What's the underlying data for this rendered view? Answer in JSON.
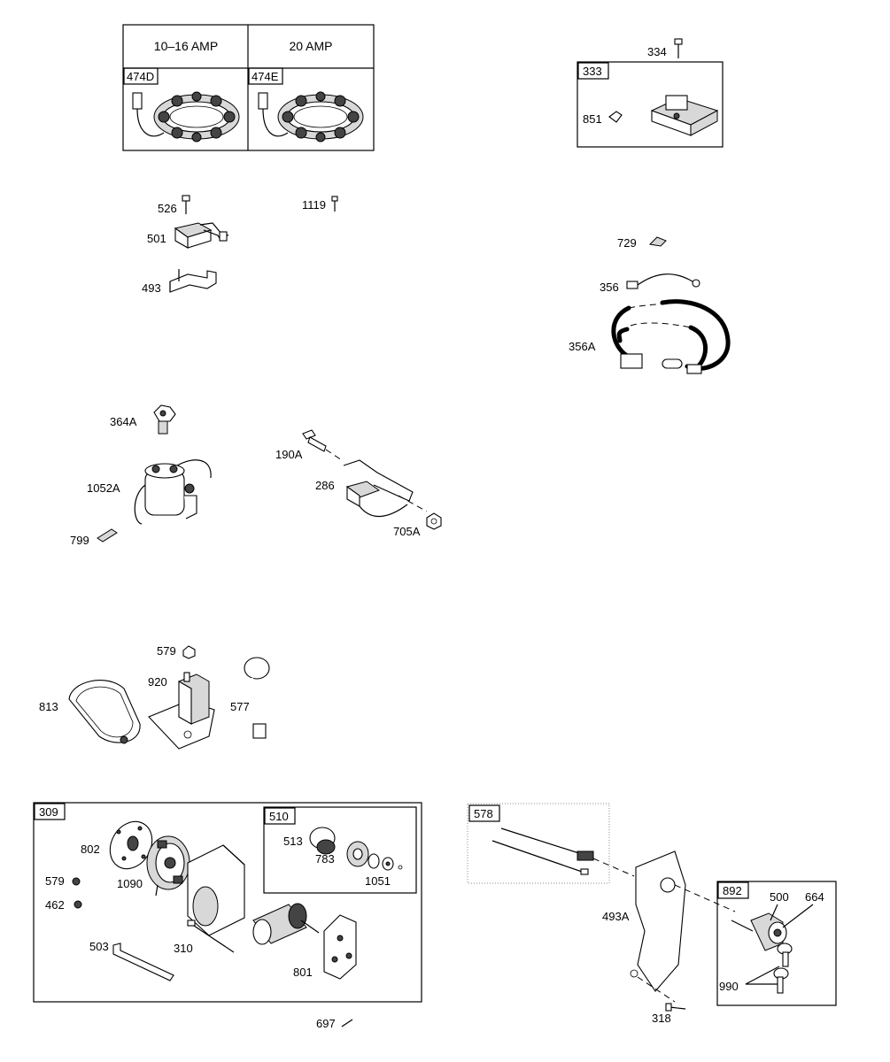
{
  "alternator_table": {
    "col1_header": "10–16 AMP",
    "col2_header": "20 AMP",
    "col1_part": "474D",
    "col2_part": "474E"
  },
  "box_labels": {
    "coil": "333",
    "starter": "309",
    "drive": "510",
    "harness": "578",
    "ignition": "892"
  },
  "parts": {
    "p334": "334",
    "p851": "851",
    "p526": "526",
    "p1119": "1119",
    "p501": "501",
    "p493": "493",
    "p729": "729",
    "p356": "356",
    "p356A": "356A",
    "p364A": "364A",
    "p1052A": "1052A",
    "p799": "799",
    "p190A": "190A",
    "p286": "286",
    "p705A": "705A",
    "p579a": "579",
    "p920": "920",
    "p813": "813",
    "p577": "577",
    "p802": "802",
    "p579b": "579",
    "p462": "462",
    "p1090": "1090",
    "p513": "513",
    "p783": "783",
    "p1051": "1051",
    "p503": "503",
    "p310": "310",
    "p801": "801",
    "p697": "697",
    "p493A": "493A",
    "p500": "500",
    "p664": "664",
    "p990": "990",
    "p318": "318"
  }
}
